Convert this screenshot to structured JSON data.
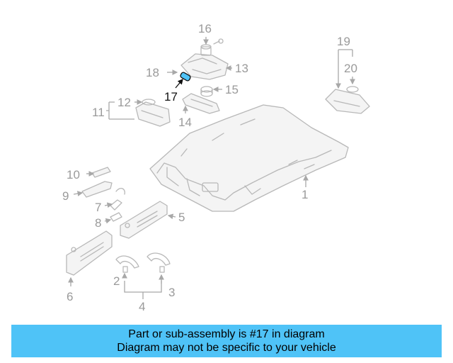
{
  "diagram": {
    "callouts": [
      "1",
      "2",
      "3",
      "4",
      "5",
      "6",
      "7",
      "8",
      "9",
      "10",
      "11",
      "12",
      "13",
      "14",
      "15",
      "16",
      "17",
      "18",
      "19",
      "20"
    ],
    "highlighted_part": "17"
  },
  "banner": {
    "line1": "Part or sub-assembly is #17 in diagram",
    "line2": "Diagram may not be specific to your vehicle",
    "color": "#4fc3f7"
  },
  "colors": {
    "part_line": "#b8b8b8",
    "callout_text": "#9a9a9a",
    "highlight_part": "#4fc3f7"
  }
}
